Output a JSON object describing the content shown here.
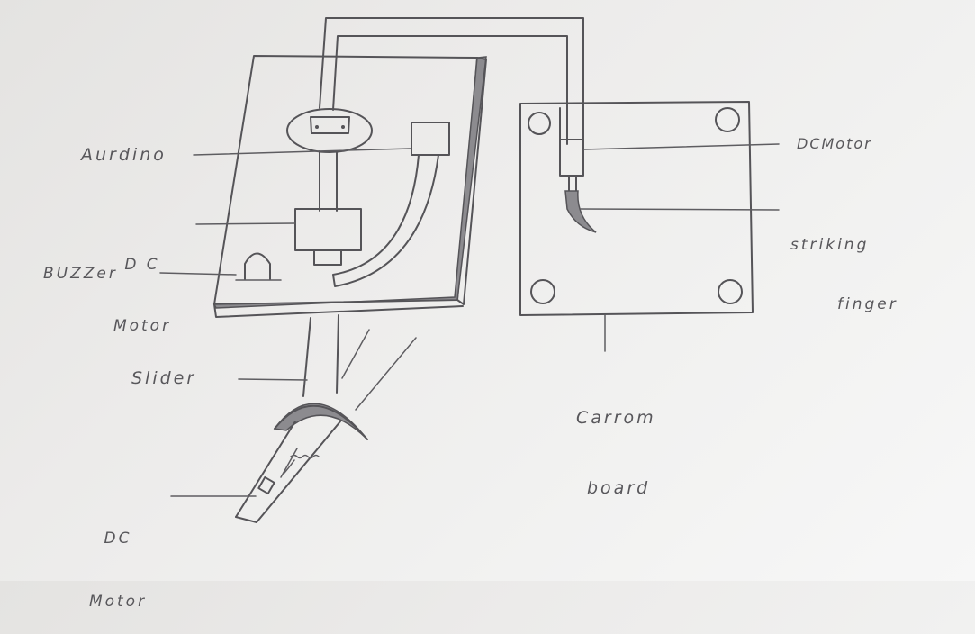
{
  "labels": {
    "arduino": "Aurdino",
    "dc_motor_main_line1": "D C",
    "dc_motor_main_line2": "Motor",
    "buzzer": "BUZZer",
    "slider": "Slider",
    "dc_motor_bottom_line1": "DC",
    "dc_motor_bottom_line2": "Motor",
    "dc_motor_right": "DCMotor",
    "striking_finger_line1": "striking",
    "striking_finger_line2": "finger",
    "carrom_board_line1": "Carrom",
    "carrom_board_line2": "board"
  },
  "colors": {
    "ink": "#555458",
    "paper": "#ecebea"
  }
}
